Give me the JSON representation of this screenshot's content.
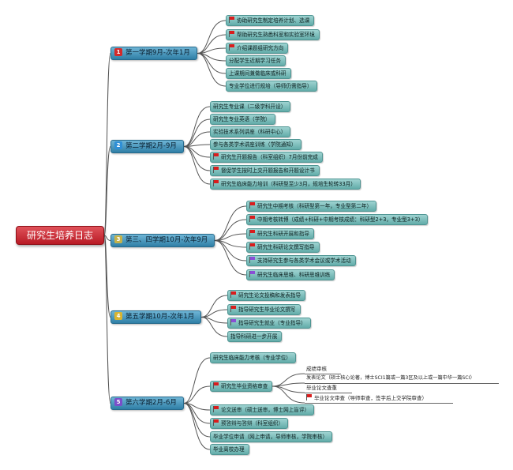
{
  "root": {
    "label": "研究生培养日志"
  },
  "branches": [
    {
      "num": "1",
      "num_color": "#d32a2a",
      "label": "第一学期9月-次年1月",
      "items": [
        {
          "flag": "red",
          "label": "协助研究生制定培养计划、选课"
        },
        {
          "flag": "red",
          "label": "帮助研究生熟悉科室和实验室环境"
        },
        {
          "flag": "red",
          "label": "介绍课题组研究方向"
        },
        {
          "flag": "",
          "label": "分配学生近期学习任务"
        },
        {
          "flag": "",
          "label": "上课期间兼做临床或科研"
        },
        {
          "flag": "",
          "label": "专业学位进行规培（导师仍需指导）"
        }
      ]
    },
    {
      "num": "2",
      "num_color": "#2f8fd6",
      "label": "第二学期2月-9月",
      "items": [
        {
          "flag": "",
          "label": "研究生专业课（二级学科开设）"
        },
        {
          "flag": "",
          "label": "研究生专业英语（学院）"
        },
        {
          "flag": "",
          "label": "实验技术系列讲座（科研中心）"
        },
        {
          "flag": "",
          "label": "参与各类学术讲座训练（学院通知）"
        },
        {
          "flag": "red",
          "label": "研究生开题报告（科室组织）7月份前完成"
        },
        {
          "flag": "red",
          "label": "督促学生按时上交开题报告和开题设计书"
        },
        {
          "flag": "red",
          "label": "研究生临床能力培训（科研型至少3月，规培生轮转33月）"
        }
      ]
    },
    {
      "num": "3",
      "num_color": "#c5b24a",
      "label": "第三、四学期10月-次年9月",
      "items": [
        {
          "flag": "red",
          "label": "研究生中期考核（科研型第一年，专业型第二年）"
        },
        {
          "flag": "red",
          "label": "中期考核转博（成绩+科研+中期考核成绩：科研型2+3，专业型3+3）"
        },
        {
          "flag": "red",
          "label": "研究生科研开展和指导"
        },
        {
          "flag": "red",
          "label": "研究生科研论文撰写指导"
        },
        {
          "flag": "purple",
          "label": "支持研究生参与各类学术会议或学术活动"
        },
        {
          "flag": "purple",
          "label": "研究生临床思维、科研思维训练"
        }
      ]
    },
    {
      "num": "4",
      "num_color": "#d9b430",
      "label": "第五学期10月-次年1月",
      "items": [
        {
          "flag": "red",
          "label": "研究生论文投稿和发表指导"
        },
        {
          "flag": "red",
          "label": "指导研究生毕业论文撰写"
        },
        {
          "flag": "purple",
          "label": "指导研究生就业（专业指导）"
        },
        {
          "flag": "",
          "label": "指导科研进一步开展"
        }
      ]
    },
    {
      "num": "5",
      "num_color": "#7a4fc9",
      "label": "第六学期2月-6月",
      "items": [
        {
          "flag": "",
          "label": "研究生临床能力考核（专业学位）"
        },
        {
          "flag": "red",
          "label": "研究生毕业资格审查",
          "sub": [
            {
              "flag": "",
              "label": "成绩审核"
            },
            {
              "flag": "",
              "label": "发表论文（硕士核心论著，博士SCI1篇或一篇3区及以上或一篇中华一篇SCI）"
            },
            {
              "flag": "",
              "label": "毕业论文查重"
            },
            {
              "flag": "red",
              "label": "毕业论文审查（导师审查，签字后上交学院审查）"
            }
          ]
        },
        {
          "flag": "red",
          "label": "论文送审（硕士送审，博士网上盲评）"
        },
        {
          "flag": "red",
          "label": "预答辩与答辩（科室组织）"
        },
        {
          "flag": "",
          "label": "毕业学位申请（网上申请，导师审核，学院审核）"
        },
        {
          "flag": "",
          "label": "毕业离校办理"
        }
      ]
    }
  ]
}
